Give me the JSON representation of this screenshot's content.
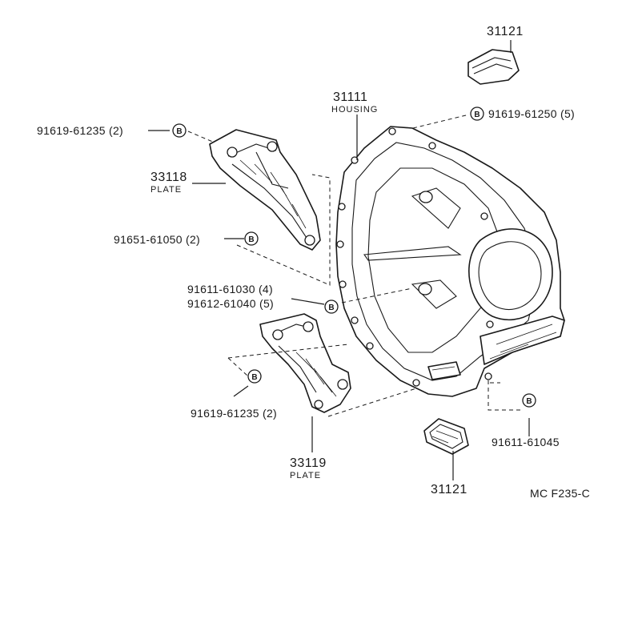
{
  "callouts": {
    "plug_top_num": "31121",
    "housing_num": "31111",
    "housing_name": "HOUSING",
    "bolt_housing_top": "91619-61250 (5)",
    "bolt_plate1": "91619-61235 (2)",
    "plate1_num": "33118",
    "plate1_name": "PLATE",
    "bolt_plate1_lower": "91651-61050 (2)",
    "bolt_mid_a": "91611-61030 (4)",
    "bolt_mid_b": "91612-61040 (5)",
    "bolt_plate2": "91619-61235 (2)",
    "plate2_num": "33119",
    "plate2_name": "PLATE",
    "bolt_right": "91611-61045",
    "plug_bottom_num": "31121",
    "diagram_code": "MC F235-C"
  },
  "bolt_marker": "B"
}
